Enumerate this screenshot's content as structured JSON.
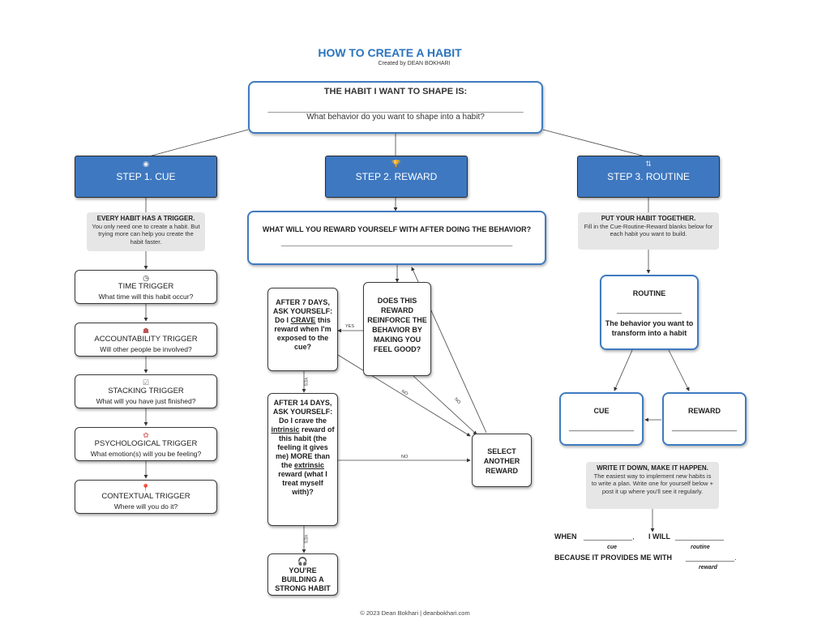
{
  "header": {
    "title": "HOW TO CREATE A HABIT",
    "subtitle": "Created by DEAN BOKHARI"
  },
  "habit_box": {
    "title": "THE HABIT I WANT TO SHAPE IS:",
    "line": "_______________________________________________________________",
    "question": "What behavior do you want to shape into a habit?"
  },
  "steps": [
    {
      "label": "STEP 1. CUE",
      "icon": "eye-icon"
    },
    {
      "label": "STEP 2. REWARD",
      "icon": "trophy-icon"
    },
    {
      "label": "STEP 3. ROUTINE",
      "icon": "repeat-icon"
    }
  ],
  "cue": {
    "note_title": "EVERY HABIT HAS A TRIGGER.",
    "note_body": "You only need one to create a habit. But trying more can help you create the habit faster.",
    "triggers": [
      {
        "title": "TIME TRIGGER",
        "desc": "What time will this habit occur?",
        "icon": "clock-icon"
      },
      {
        "title": "ACCOUNTABILITY TRIGGER",
        "desc": "Will other people be involved?",
        "icon": "people-icon"
      },
      {
        "title": "STACKING TRIGGER",
        "desc": "What will you have just finished?",
        "icon": "checkbox-icon"
      },
      {
        "title": "PSYCHOLOGICAL TRIGGER",
        "desc": "What emotion(s) will you be feeling?",
        "icon": "brain-icon"
      },
      {
        "title": "CONTEXTUAL TRIGGER",
        "desc": "Where will you do it?",
        "icon": "pin-icon"
      }
    ]
  },
  "reward": {
    "question": "WHAT WILL YOU REWARD YOURSELF WITH AFTER DOING THE BEHAVIOR?",
    "line": "_________________________________________________________",
    "reinforce": "DOES THIS REWARD REINFORCE THE BEHAVIOR BY MAKING YOU FEEL GOOD?",
    "day7_title": "AFTER 7 DAYS, ASK YOURSELF:",
    "day7_pre": "Do I",
    "day7_key": "CRAVE",
    "day7_post": "this reward when I'm exposed to the cue?",
    "day14_title": "AFTER 14 DAYS, ASK YOURSELF:",
    "day14_pre": "Do I crave the",
    "day14_key1": "intrinsic",
    "day14_mid": "reward of this habit (the feeling it gives me) MORE than the",
    "day14_key2": "extrinsic",
    "day14_post": "reward (what I treat myself with)?",
    "select": "SELECT ANOTHER REWARD",
    "building": "YOU'RE BUILDING A STRONG HABIT",
    "labels": {
      "yes1": "YES",
      "yes2": "YES",
      "yes3": "YES",
      "no1": "NO",
      "no2": "NO",
      "no3": "NO"
    }
  },
  "routine": {
    "note_title": "PUT YOUR HABIT TOGETHER.",
    "note_body": "Fill in the Cue-Routine-Reward blanks below for each habit you want to build.",
    "routine_title": "ROUTINE",
    "routine_line": "________________",
    "routine_desc": "The behavior you want to transform into a habit",
    "cue_title": "CUE",
    "cue_line": "________________",
    "reward_title": "REWARD",
    "reward_line": "________________",
    "write_title": "WRITE IT DOWN, MAKE IT HAPPEN.",
    "write_body": "The easiest way to implement new habits is to write a plan. Write one for yourself below + post it up where you'll see it regularly.",
    "when": "WHEN",
    "when_line": "____________,",
    "i_will": "I WILL",
    "will_line": "____________",
    "cue_caption": "cue",
    "routine_caption": "routine",
    "because": "BECAUSE IT PROVIDES ME WITH",
    "because_line": "____________.",
    "reward_caption": "reward"
  },
  "footer": "© 2023 Dean Bokhari | deanbokhari.com"
}
